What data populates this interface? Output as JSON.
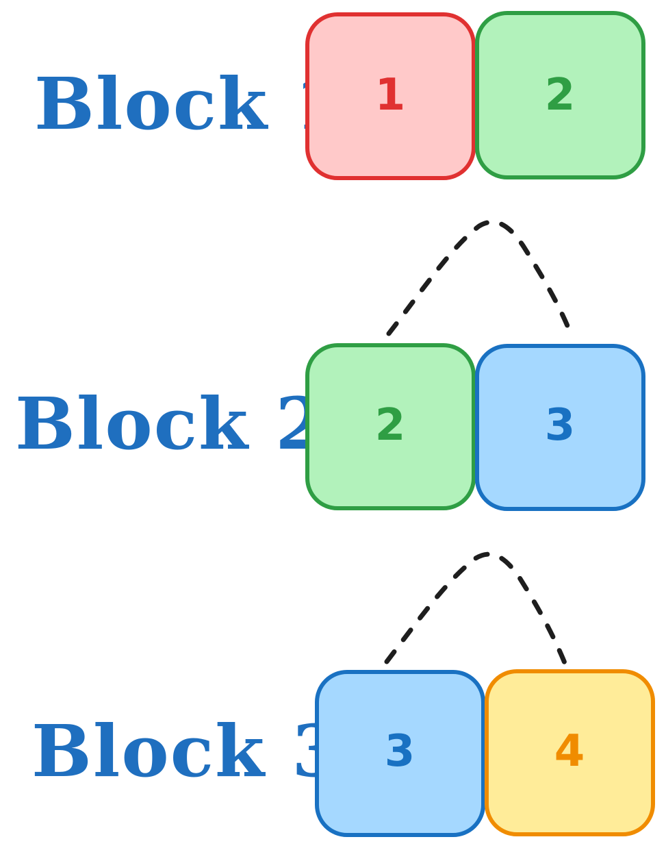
{
  "colors": {
    "label": "#1f6fbf",
    "connector": "#1e1e1e",
    "red_fill": "#ffc9c9",
    "red_stroke": "#e03131",
    "green_fill": "#b2f2bb",
    "green_stroke": "#2f9e44",
    "blue_fill": "#a5d8ff",
    "blue_stroke": "#1971c2",
    "yellow_fill": "#ffec99",
    "yellow_stroke": "#f08c00"
  },
  "blocks": [
    {
      "label": "Block 1",
      "cells": [
        {
          "value": "1",
          "color": "red"
        },
        {
          "value": "2",
          "color": "green"
        }
      ]
    },
    {
      "label": "Block 2",
      "cells": [
        {
          "value": "2",
          "color": "green"
        },
        {
          "value": "3",
          "color": "blue"
        }
      ]
    },
    {
      "label": "Block 3",
      "cells": [
        {
          "value": "3",
          "color": "blue"
        },
        {
          "value": "4",
          "color": "yellow"
        }
      ]
    }
  ]
}
